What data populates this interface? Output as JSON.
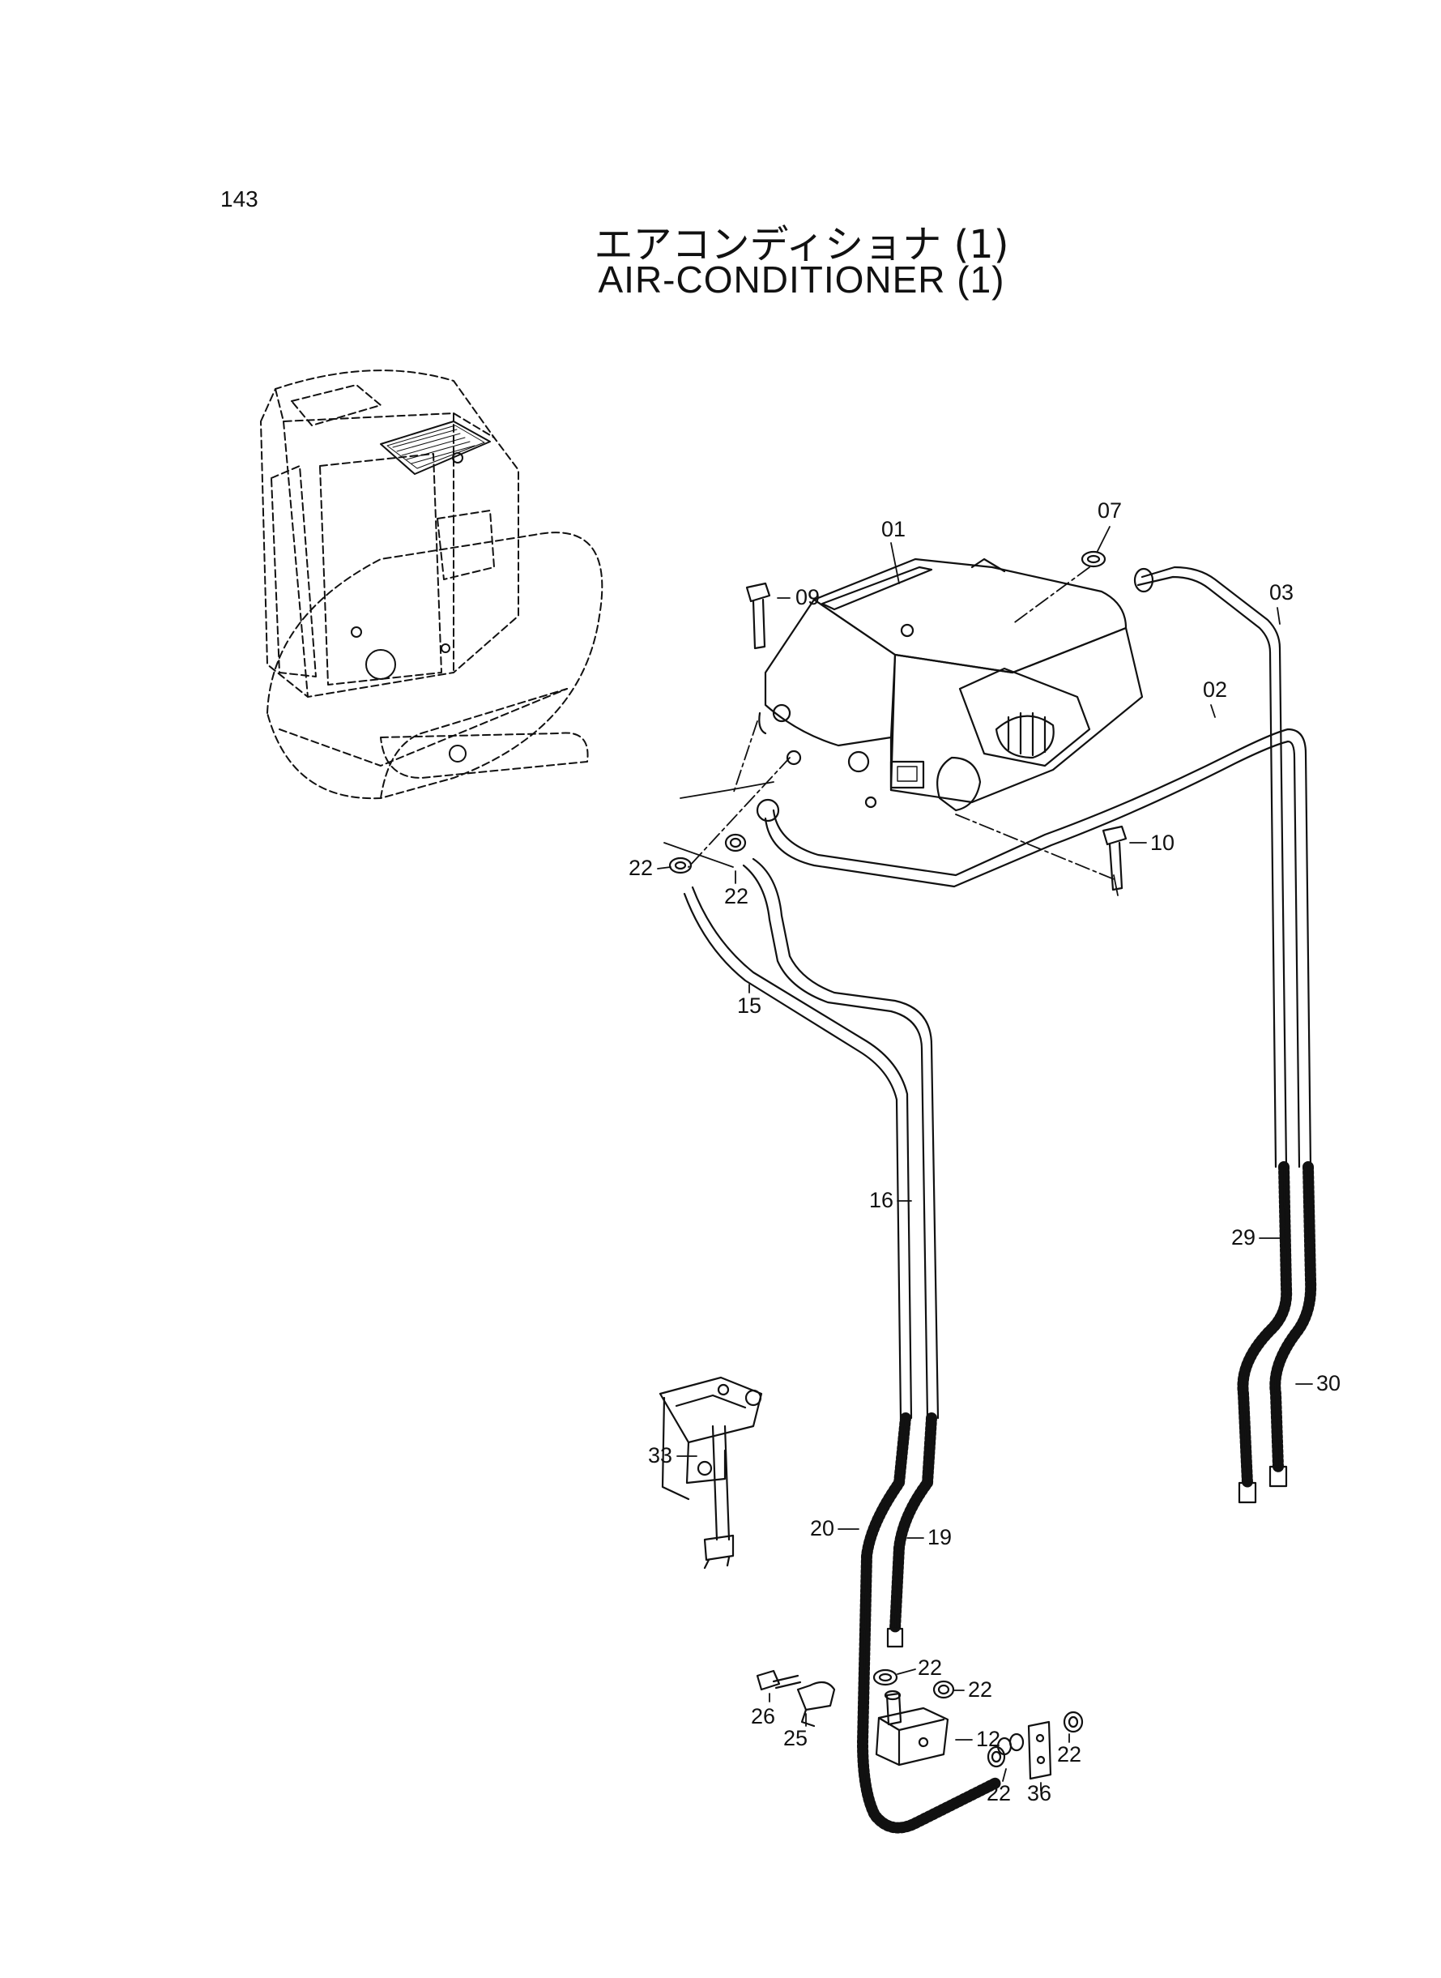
{
  "page_number": "143",
  "title_jp": "エアコンディショナ (1)",
  "title_en": "AIR-CONDITIONER (1)",
  "callouts": [
    {
      "id": "c01",
      "text": "01"
    },
    {
      "id": "c02",
      "text": "02"
    },
    {
      "id": "c03",
      "text": "03"
    },
    {
      "id": "c07",
      "text": "07"
    },
    {
      "id": "c09",
      "text": "09"
    },
    {
      "id": "c10",
      "text": "10"
    },
    {
      "id": "c12",
      "text": "12"
    },
    {
      "id": "c15",
      "text": "15"
    },
    {
      "id": "c16",
      "text": "16"
    },
    {
      "id": "c19",
      "text": "19"
    },
    {
      "id": "c20",
      "text": "20"
    },
    {
      "id": "c22a",
      "text": "22"
    },
    {
      "id": "c22b",
      "text": "22"
    },
    {
      "id": "c22c",
      "text": "22"
    },
    {
      "id": "c22d",
      "text": "22"
    },
    {
      "id": "c22e",
      "text": "22"
    },
    {
      "id": "c22f",
      "text": "22"
    },
    {
      "id": "c25",
      "text": "25"
    },
    {
      "id": "c26",
      "text": "26"
    },
    {
      "id": "c29",
      "text": "29"
    },
    {
      "id": "c30",
      "text": "30"
    },
    {
      "id": "c33",
      "text": "33"
    },
    {
      "id": "c36",
      "text": "36"
    }
  ]
}
